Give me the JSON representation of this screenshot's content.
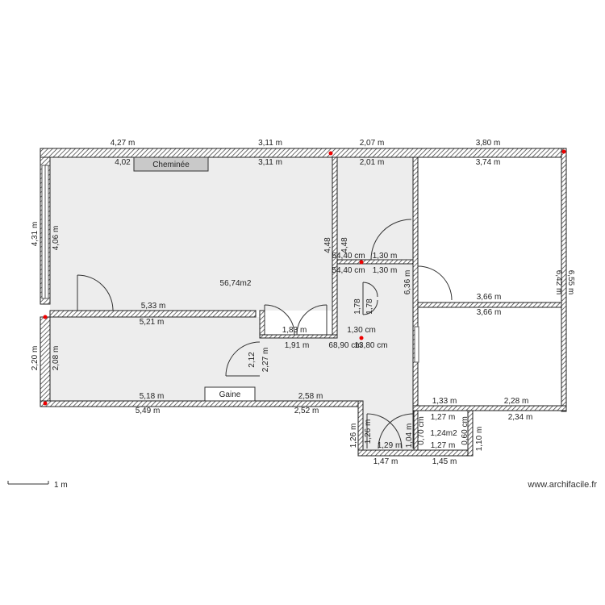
{
  "plan": {
    "area_main": "56,74m2",
    "area_small": "1,24m2",
    "labels": {
      "cheminee": "Cheminée",
      "gaine": "Gaine"
    }
  },
  "dimensions": {
    "top_outer": [
      "4,27 m",
      "3,11 m",
      "2,07 m",
      "3,80 m"
    ],
    "top_inner": [
      "4,02",
      "3,11 m",
      "2,01 m",
      "3,74 m"
    ],
    "left": [
      "4,31 m",
      "4,06 m",
      "2,20 m",
      "2,08 m"
    ],
    "mid_row": [
      "5,33 m",
      "5,21 m",
      "3,66 m",
      "3,66 m"
    ],
    "door_row": [
      "1,83 m",
      "1,91 m",
      "1,30 cm",
      "68,90 cm",
      "13,80 cm"
    ],
    "hall": [
      "54,40 cm",
      "1,30 m",
      "54,40 cm",
      "1,30 m",
      "4,48",
      "4,48",
      "6,36 m",
      "1,78",
      "1,78"
    ],
    "right": [
      "6,42 m",
      "6,55 m"
    ],
    "bottom": [
      "5,18 m",
      "5,49 m",
      "2,58 m",
      "2,52 m",
      "1,33 m",
      "2,28 m",
      "2,34 m"
    ],
    "vertical_mid": [
      "2,12",
      "2,27 m"
    ],
    "wc": [
      "1,27 m",
      "1,27 m",
      "1,04 m",
      "1,26 m",
      "1,26 m",
      "1,29 m",
      "1,47 m",
      "1,45 m",
      "0,70 cm",
      "0,60 cm",
      "1,10 m"
    ]
  },
  "scale": {
    "label": "1 m"
  },
  "brand": {
    "text": "www.archifacile.fr"
  }
}
